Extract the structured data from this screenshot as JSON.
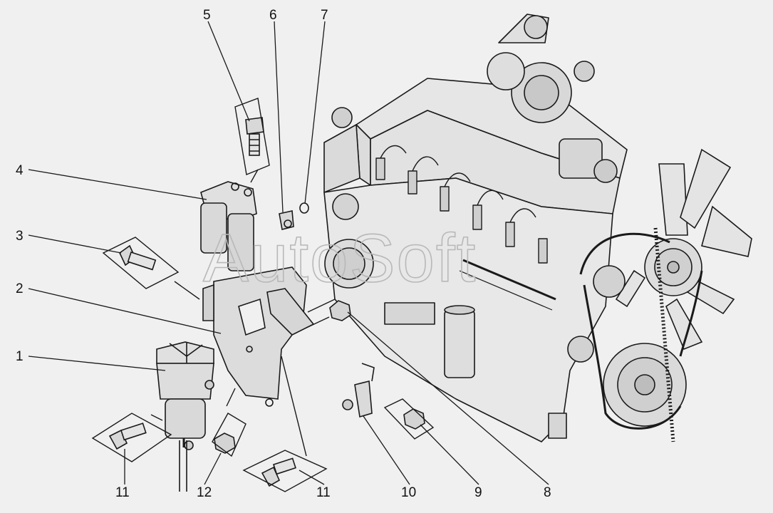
{
  "diagram": {
    "watermark": "AutoSoft",
    "callouts": [
      "1",
      "2",
      "3",
      "4",
      "5",
      "6",
      "7",
      "8",
      "9",
      "10",
      "11",
      "12",
      "11"
    ]
  }
}
